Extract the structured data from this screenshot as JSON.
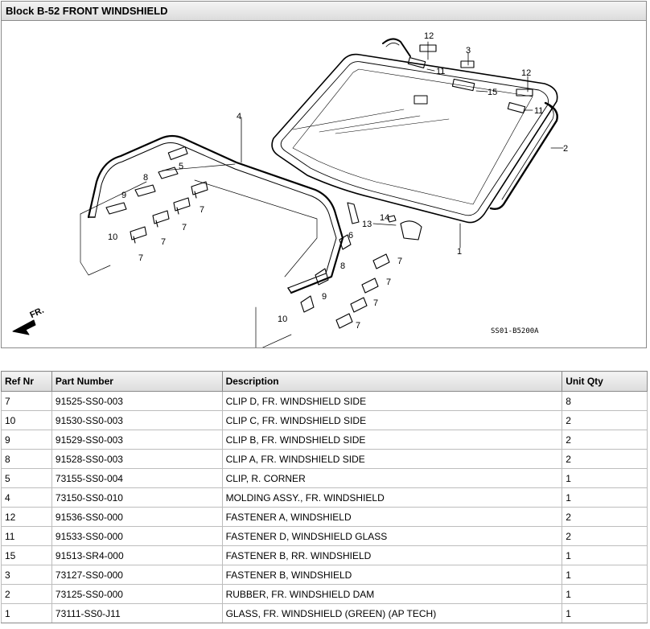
{
  "block": {
    "title": "Block B-52 FRONT WINDSHIELD",
    "diagram_code": "SS01-B5200A",
    "direction_label": "FR.",
    "callouts": [
      "1",
      "2",
      "3",
      "4",
      "5",
      "6",
      "7",
      "8",
      "9",
      "10",
      "11",
      "12",
      "13",
      "14",
      "15"
    ]
  },
  "table": {
    "headers": [
      "Ref Nr",
      "Part Number",
      "Description",
      "Unit Qty"
    ],
    "rows": [
      [
        "7",
        "91525-SS0-003",
        "CLIP D, FR. WINDSHIELD SIDE",
        "8"
      ],
      [
        "10",
        "91530-SS0-003",
        "CLIP C, FR. WINDSHIELD SIDE",
        "2"
      ],
      [
        "9",
        "91529-SS0-003",
        "CLIP B, FR. WINDSHIELD SIDE",
        "2"
      ],
      [
        "8",
        "91528-SS0-003",
        "CLIP A, FR. WINDSHIELD SIDE",
        "2"
      ],
      [
        "5",
        "73155-SS0-004",
        "CLIP, R. CORNER",
        "1"
      ],
      [
        "4",
        "73150-SS0-010",
        "MOLDING ASSY., FR. WINDSHIELD",
        "1"
      ],
      [
        "12",
        "91536-SS0-000",
        "FASTENER A, WINDSHIELD",
        "2"
      ],
      [
        "11",
        "91533-SS0-000",
        "FASTENER D, WINDSHIELD GLASS",
        "2"
      ],
      [
        "15",
        "91513-SR4-000",
        "FASTENER B, RR. WINDSHIELD",
        "1"
      ],
      [
        "3",
        "73127-SS0-000",
        "FASTENER B, WINDSHIELD",
        "1"
      ],
      [
        "2",
        "73125-SS0-000",
        "RUBBER, FR. WINDSHIELD DAM",
        "1"
      ],
      [
        "1",
        "73111-SS0-J11",
        "GLASS, FR. WINDSHIELD (GREEN) (AP TECH)",
        "1"
      ]
    ]
  }
}
